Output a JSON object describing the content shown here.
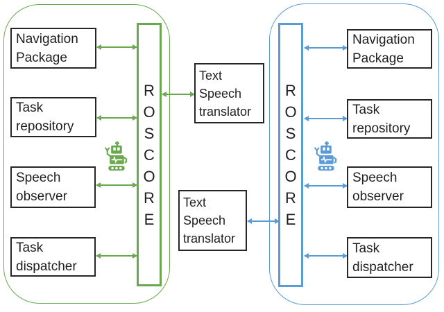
{
  "colors": {
    "green": "#6aa84f",
    "blue": "#5b9bd5",
    "box_border": "#262626",
    "text": "#1f1f1f",
    "background": "#ffffff"
  },
  "left_panel": {
    "accent_color": "#6aa84f",
    "core_label": "ROSCORE",
    "core_letters": [
      "R",
      "O",
      "S",
      "C",
      "O",
      "R",
      "E"
    ],
    "robot_icon": "robot-icon",
    "nodes": [
      {
        "label": "Navigation Package"
      },
      {
        "label": "Task repository"
      },
      {
        "label": "Speech observer"
      },
      {
        "label": "Task dispatcher"
      }
    ]
  },
  "right_panel": {
    "accent_color": "#5b9bd5",
    "core_label": "ROSCORE",
    "core_letters": [
      "R",
      "O",
      "S",
      "C",
      "O",
      "R",
      "E"
    ],
    "robot_icon": "robot-icon",
    "nodes": [
      {
        "label": "Navigation Package"
      },
      {
        "label": "Task repository"
      },
      {
        "label": "Speech observer"
      },
      {
        "label": "Task dispatcher"
      }
    ]
  },
  "translators": {
    "top": {
      "label": "Text Speech translator"
    },
    "bottom": {
      "label": "Text Speech translator"
    }
  }
}
